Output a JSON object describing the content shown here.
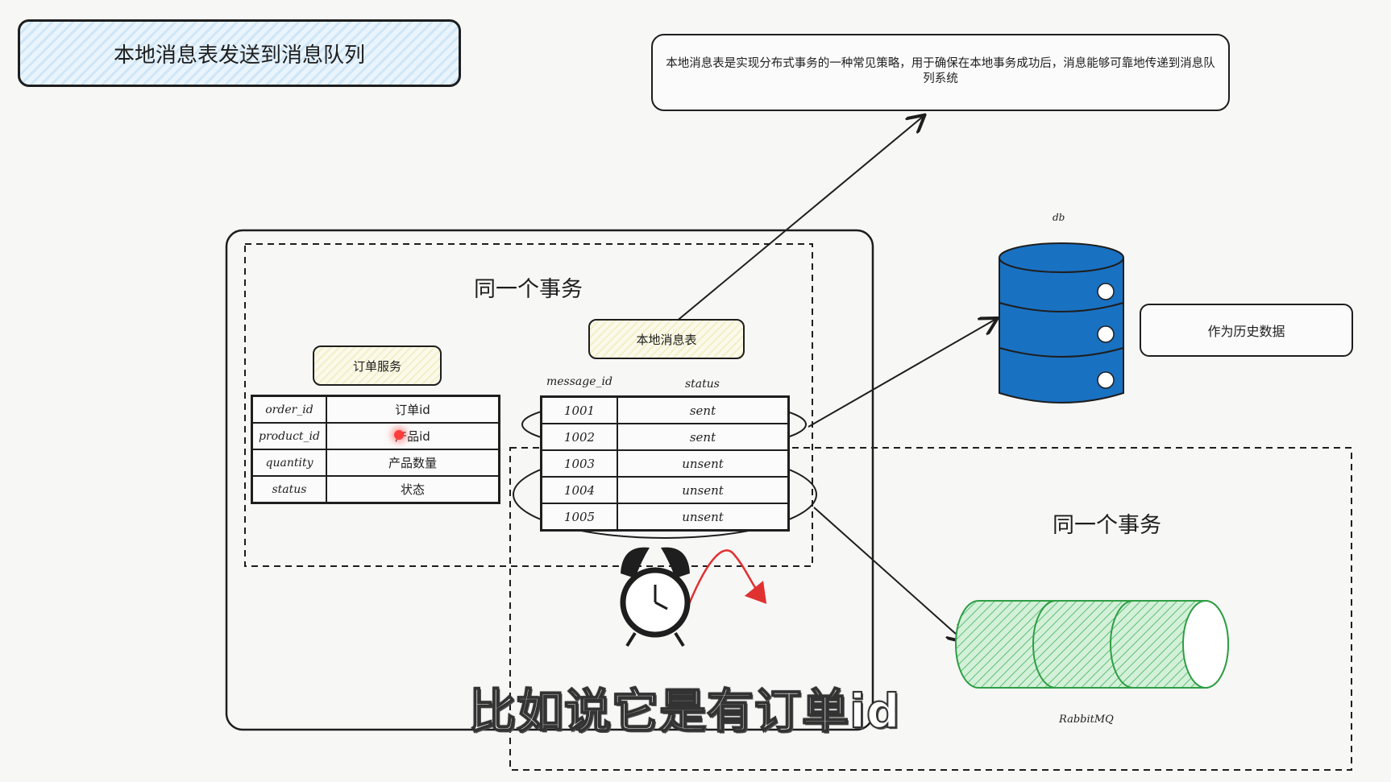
{
  "title": "本地消息表发送到消息队列",
  "description": "本地消息表是实现分布式事务的一种常见策略，用于确保在本地事务成功后，消息能够可靠地传递到消息队列系统",
  "history_label": "作为历史数据",
  "same_transaction_label_1": "同一个事务",
  "same_transaction_label_2": "同一个事务",
  "order_service": {
    "label": "订单服务",
    "rows": [
      {
        "field": "order_id",
        "desc": "订单id"
      },
      {
        "field": "product_id",
        "desc": "产品id"
      },
      {
        "field": "quantity",
        "desc": "产品数量"
      },
      {
        "field": "status",
        "desc": "状态"
      }
    ]
  },
  "local_message_table": {
    "label": "本地消息表",
    "col_message_id": "message_id",
    "col_status": "status",
    "rows": [
      {
        "id": "1001",
        "status": "sent"
      },
      {
        "id": "1002",
        "status": "sent"
      },
      {
        "id": "1003",
        "status": "unsent"
      },
      {
        "id": "1004",
        "status": "unsent"
      },
      {
        "id": "1005",
        "status": "unsent"
      }
    ]
  },
  "db_label": "db",
  "mq_label": "RabbitMQ",
  "subtitle": "比如说它是有订单id",
  "colors": {
    "db_blue": "#1971c2",
    "mq_green": "#2f9e44",
    "title_fill": "#cfe6f7",
    "pill_fill": "#f2efc9",
    "arrow_red": "#e03131"
  },
  "icons": [
    "alarm-clock-icon",
    "database-icon",
    "queue-cylinder-icon"
  ]
}
